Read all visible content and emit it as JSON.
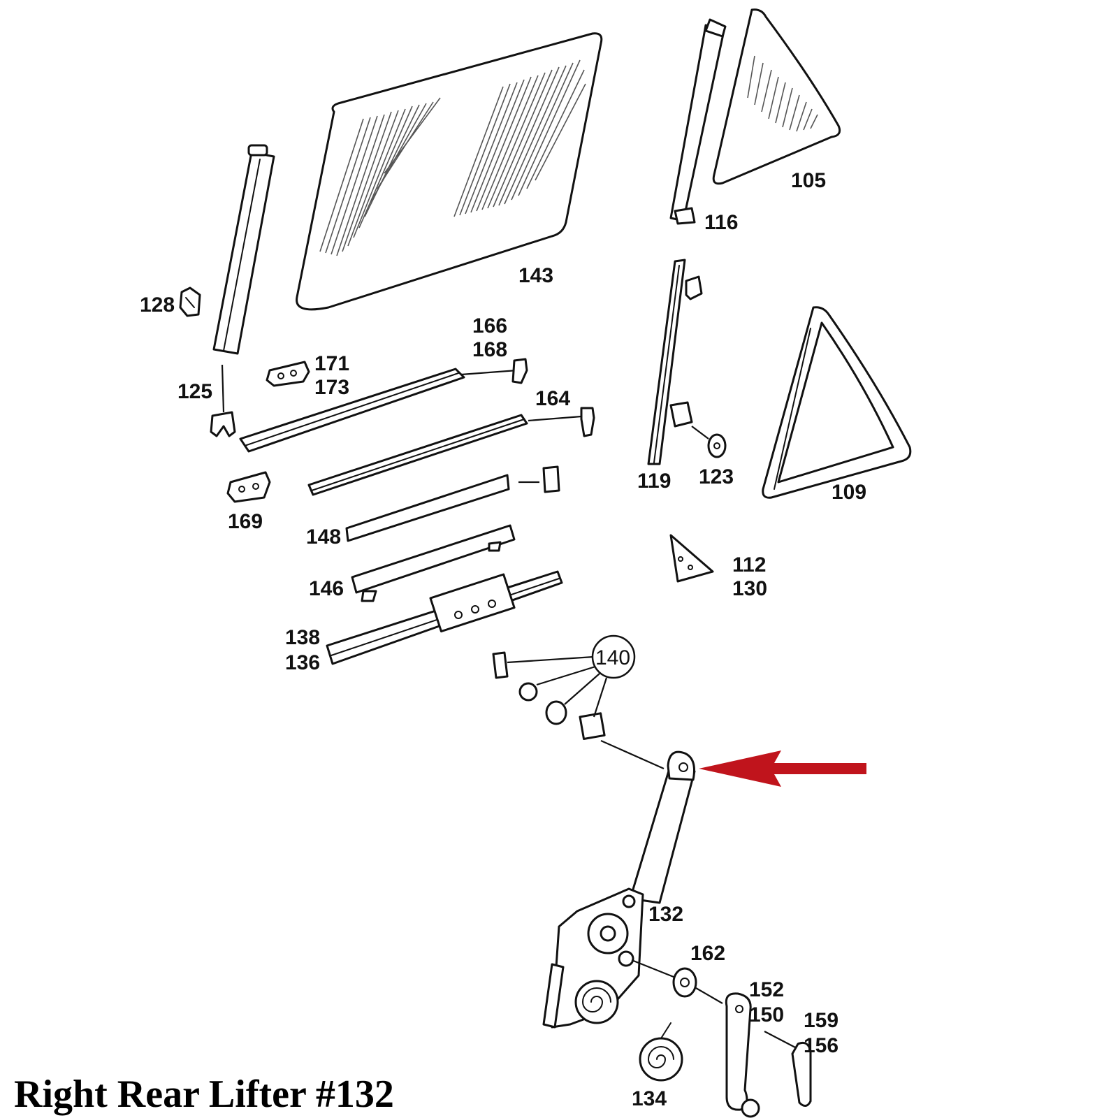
{
  "caption": "Right Rear Lifter #132",
  "arrow_color": "#c0141c",
  "parts": {
    "p105": "105",
    "p109": "109",
    "p112": "112",
    "p116": "116",
    "p119": "119",
    "p123": "123",
    "p125": "125",
    "p128": "128",
    "p130": "130",
    "p132": "132",
    "p134": "134",
    "p136": "136",
    "p138": "138",
    "p140": "140",
    "p143": "143",
    "p146": "146",
    "p148": "148",
    "p150": "150",
    "p152": "152",
    "p156": "156",
    "p159": "159",
    "p162": "162",
    "p164": "164",
    "p166": "166",
    "p168": "168",
    "p169": "169",
    "p171": "171",
    "p173": "173"
  }
}
